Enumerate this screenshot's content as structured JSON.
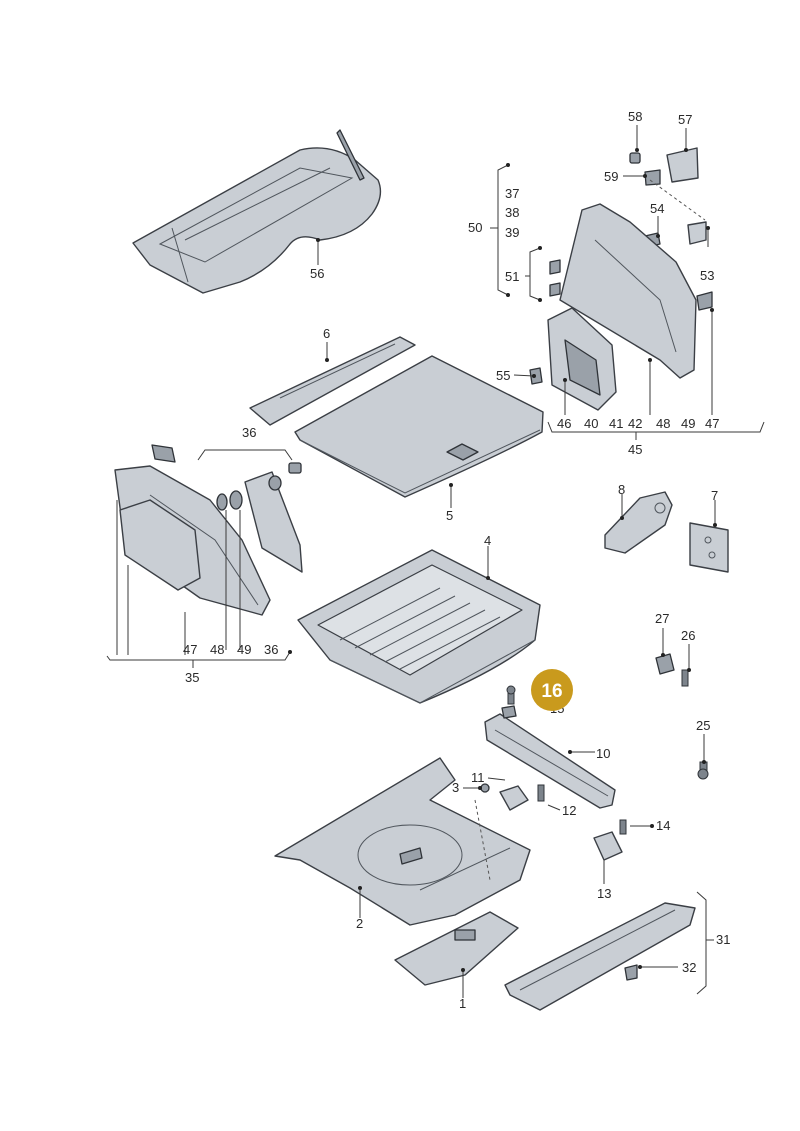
{
  "labels": {
    "l58": "58",
    "l57": "57",
    "l59": "59",
    "l37": "37",
    "l38": "38",
    "l39": "39",
    "l50": "50",
    "l54": "54",
    "l53": "53",
    "l51": "51",
    "l56": "56",
    "l6": "6",
    "l55": "55",
    "l46": "46",
    "l40": "40",
    "l41": "41",
    "l42": "42",
    "l48a": "48",
    "l49a": "49",
    "l47a": "47",
    "l45": "45",
    "l36a": "36",
    "l5": "5",
    "l8": "8",
    "l7": "7",
    "l4": "4",
    "l47b": "47",
    "l48b": "48",
    "l49b": "49",
    "l36b": "36",
    "l35": "35",
    "l27": "27",
    "l26": "26",
    "l15": "15",
    "l10": "10",
    "l25": "25",
    "l3": "3",
    "l11": "11",
    "l12": "12",
    "l14": "14",
    "l13": "13",
    "l2": "2",
    "l31": "31",
    "l32": "32",
    "l1": "1"
  },
  "highlight": {
    "label": "16",
    "color": "#c99a1d"
  }
}
